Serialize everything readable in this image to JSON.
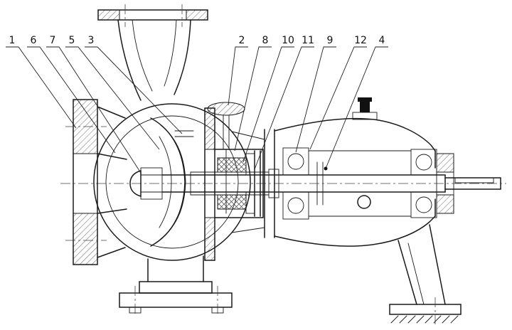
{
  "figure": {
    "background": "#ffffff",
    "line_color": "#1a1a1a"
  },
  "callouts": [
    {
      "number": "1"
    },
    {
      "number": "6"
    },
    {
      "number": "7"
    },
    {
      "number": "5"
    },
    {
      "number": "3"
    },
    {
      "number": "2"
    },
    {
      "number": "8"
    },
    {
      "number": "10"
    },
    {
      "number": "11"
    },
    {
      "number": "9"
    },
    {
      "number": "12"
    },
    {
      "number": "4"
    }
  ]
}
